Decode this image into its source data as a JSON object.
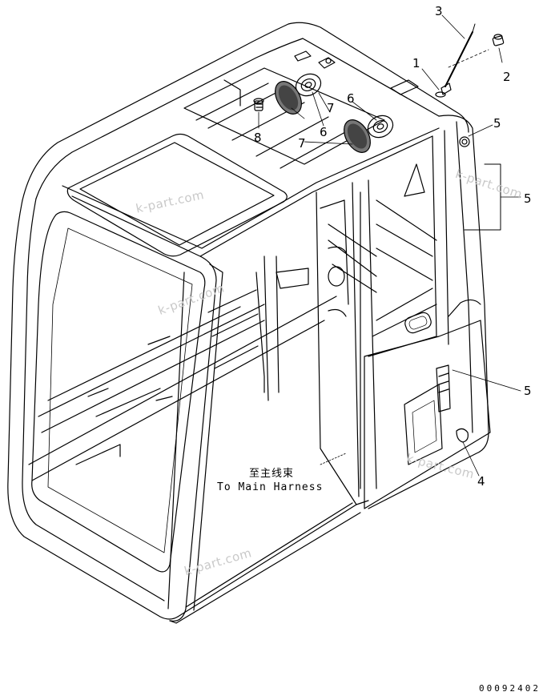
{
  "callouts": {
    "c1": "1",
    "c2": "2",
    "c3": "3",
    "c4": "4",
    "c5a": "5",
    "c5b": "5",
    "c5c": "5",
    "c6a": "6",
    "c6b": "6",
    "c7a": "7",
    "c7b": "7",
    "c8": "8"
  },
  "harness_label": {
    "zh": "至主线束",
    "en": "To Main Harness"
  },
  "watermarks": [
    "k-part.com",
    "k-part.com",
    "k-part.com",
    "k-part.com",
    "k-part.com"
  ],
  "document_id": "00092402"
}
